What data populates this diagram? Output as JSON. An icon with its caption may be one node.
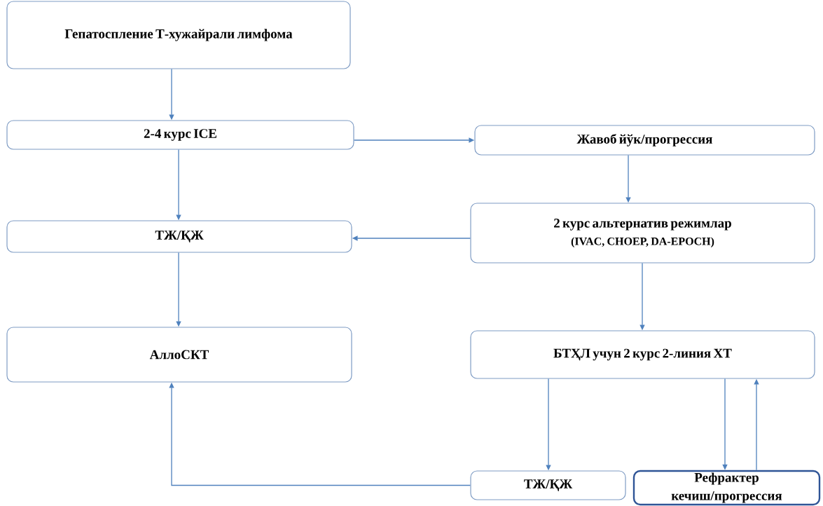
{
  "diagram": {
    "nodes": [
      {
        "text": [
          "Гепатоспление Т-хужайрали лимфома"
        ]
      },
      {
        "text": [
          "2-4 курс ICE"
        ]
      },
      {
        "text": [
          "Жавоб йўк/прогрессия"
        ]
      },
      {
        "text": [
          "2 курс альтернатив режимлар",
          "(IVAC, CHOEP, DA-EPOCH)"
        ]
      },
      {
        "text": [
          "ТЖ/ҚЖ"
        ]
      },
      {
        "text": [
          "АллоСКТ"
        ]
      },
      {
        "text": [
          "БТҲЛ учун 2 курс 2-линия ХТ"
        ]
      },
      {
        "text": [
          "ТЖ/ҚЖ"
        ]
      },
      {
        "text": [
          "Рефрактер кечиш/прогрессия"
        ]
      }
    ],
    "edges": [
      {
        "from": 0,
        "to": 1,
        "arrow": "to"
      },
      {
        "from": 1,
        "to": 2,
        "arrow": "to"
      },
      {
        "from": 2,
        "to": 3,
        "arrow": "to"
      },
      {
        "from": 1,
        "to": 4,
        "arrow": "to"
      },
      {
        "from": 3,
        "to": 4,
        "arrow": "to"
      },
      {
        "from": 4,
        "to": 5,
        "arrow": "to"
      },
      {
        "from": 3,
        "to": 6,
        "arrow": "to"
      },
      {
        "from": 6,
        "to": 7,
        "arrow": "to"
      },
      {
        "from": 6,
        "to": 8,
        "arrow": "to"
      },
      {
        "from": 8,
        "to": 6,
        "arrow": "to"
      },
      {
        "from": 7,
        "to": 5,
        "arrow": "to"
      }
    ]
  }
}
